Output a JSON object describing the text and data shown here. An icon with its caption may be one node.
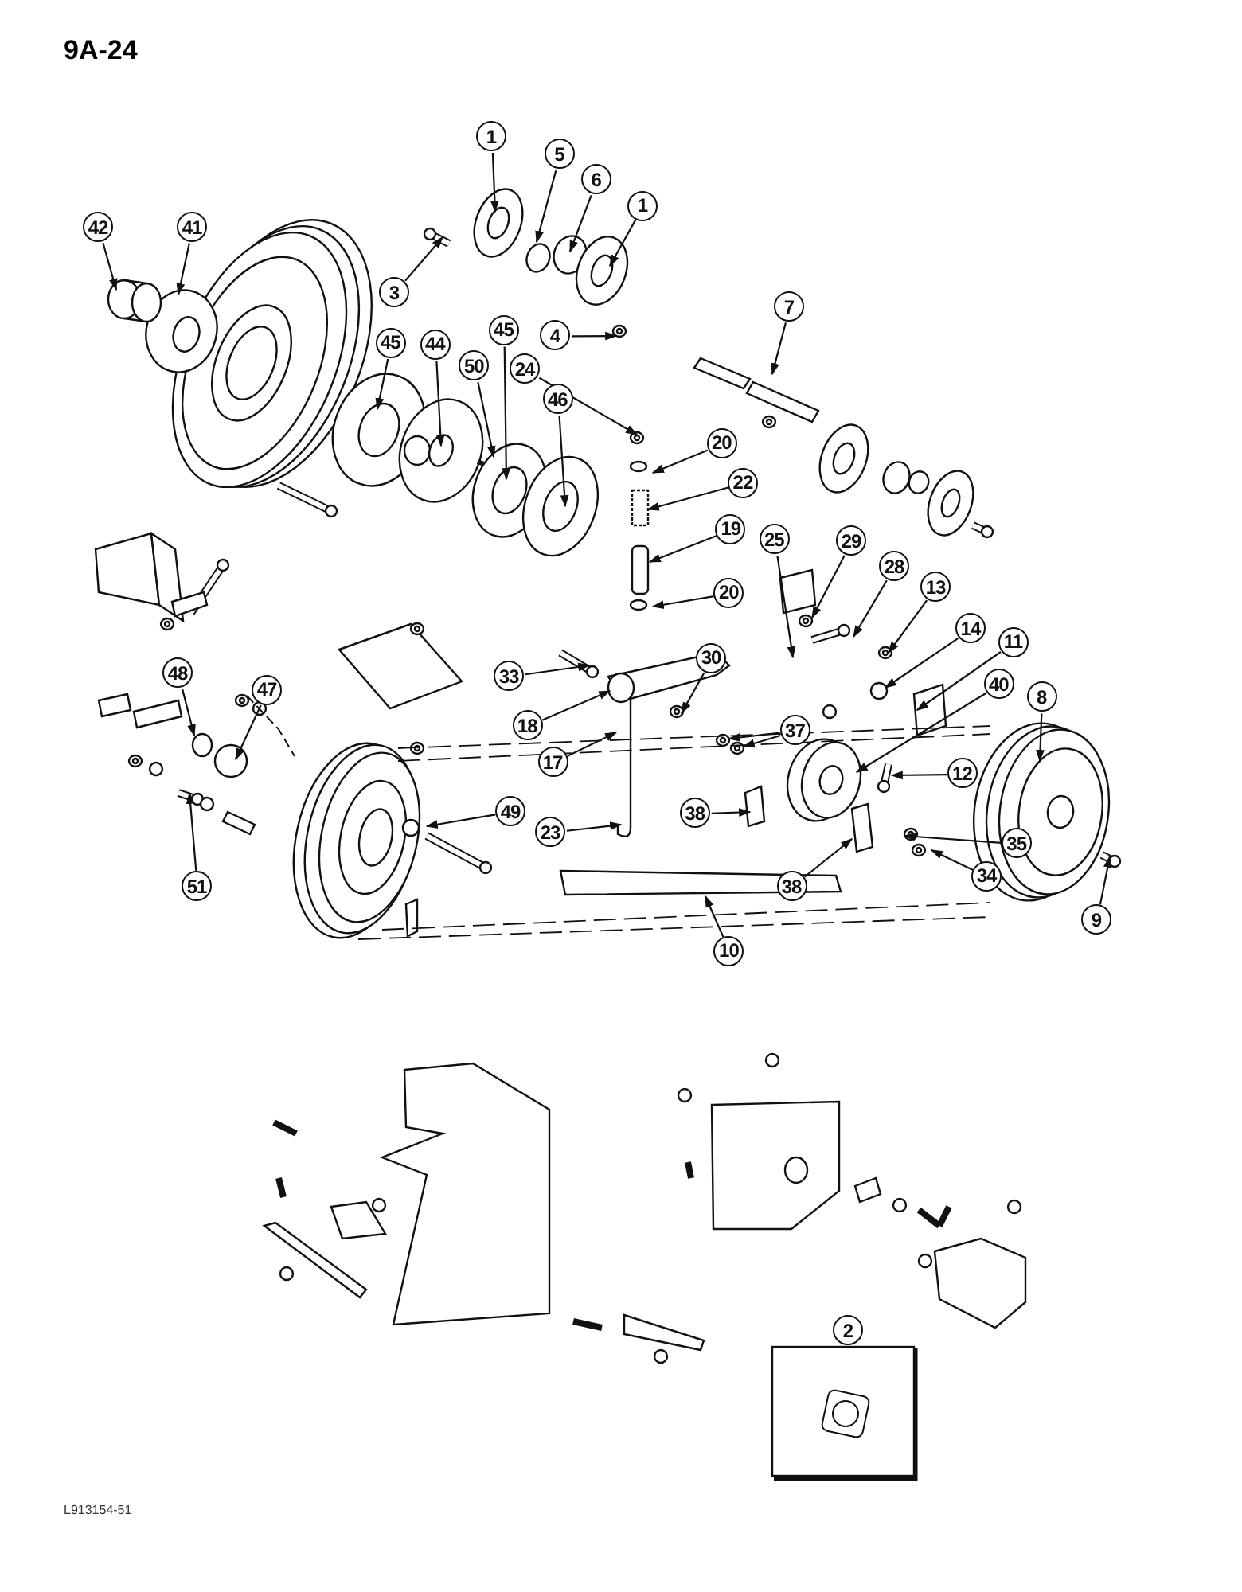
{
  "diagram": {
    "title": "9A-24",
    "nodes": [
      {
        "text": [
          "1"
        ]
      },
      {
        "text": [
          "5"
        ]
      },
      {
        "text": [
          "6"
        ]
      },
      {
        "text": [
          "1"
        ]
      },
      {
        "text": [
          "3"
        ]
      },
      {
        "text": [
          "42"
        ]
      },
      {
        "text": [
          "41"
        ]
      },
      {
        "text": [
          "7"
        ]
      },
      {
        "text": [
          "4"
        ]
      },
      {
        "text": [
          "24"
        ]
      },
      {
        "text": [
          "20"
        ]
      },
      {
        "text": [
          "45"
        ]
      },
      {
        "text": [
          "44"
        ]
      },
      {
        "text": [
          "50"
        ]
      },
      {
        "text": [
          "45"
        ]
      },
      {
        "text": [
          "46"
        ]
      },
      {
        "text": [
          "22"
        ]
      },
      {
        "text": [
          "19"
        ]
      },
      {
        "text": [
          "25"
        ]
      },
      {
        "text": [
          "29"
        ]
      },
      {
        "text": [
          "28"
        ]
      },
      {
        "text": [
          "13"
        ]
      },
      {
        "text": [
          "20"
        ]
      },
      {
        "text": [
          "14"
        ]
      },
      {
        "text": [
          "11"
        ]
      },
      {
        "text": [
          "33"
        ]
      },
      {
        "text": [
          "18"
        ]
      },
      {
        "text": [
          "30"
        ]
      },
      {
        "text": [
          "48"
        ]
      },
      {
        "text": [
          "47"
        ]
      },
      {
        "text": [
          "37"
        ]
      },
      {
        "text": [
          "8"
        ]
      },
      {
        "text": [
          "40"
        ]
      },
      {
        "text": [
          "17"
        ]
      },
      {
        "text": [
          "38"
        ]
      },
      {
        "text": [
          "12"
        ]
      },
      {
        "text": [
          "49"
        ]
      },
      {
        "text": [
          "23"
        ]
      },
      {
        "text": [
          "35"
        ]
      },
      {
        "text": [
          "38"
        ]
      },
      {
        "text": [
          "34"
        ]
      },
      {
        "text": [
          "51"
        ]
      },
      {
        "text": [
          "10"
        ]
      },
      {
        "text": [
          "9"
        ]
      },
      {
        "text": [
          "2"
        ]
      }
    ],
    "edges": [
      {
        "from": 0,
        "to": null,
        "arrow": "to"
      },
      {
        "from": 1,
        "to": null,
        "arrow": "to"
      },
      {
        "from": 2,
        "to": null,
        "arrow": "to"
      },
      {
        "from": 3,
        "to": null,
        "arrow": "to"
      },
      {
        "from": 4,
        "to": null,
        "arrow": "to"
      },
      {
        "from": 5,
        "to": null,
        "arrow": "to"
      },
      {
        "from": 6,
        "to": null,
        "arrow": "to"
      },
      {
        "from": 7,
        "to": null,
        "arrow": "to"
      },
      {
        "from": 8,
        "to": null,
        "arrow": "to"
      },
      {
        "from": 9,
        "to": null,
        "arrow": "to"
      },
      {
        "from": 10,
        "to": null,
        "arrow": "to"
      },
      {
        "from": 11,
        "to": null,
        "arrow": "to"
      },
      {
        "from": 12,
        "to": null,
        "arrow": "to"
      },
      {
        "from": 13,
        "to": null,
        "arrow": "to"
      },
      {
        "from": 14,
        "to": null,
        "arrow": "to"
      },
      {
        "from": 15,
        "to": null,
        "arrow": "to"
      },
      {
        "from": 16,
        "to": null,
        "arrow": "to"
      },
      {
        "from": 17,
        "to": null,
        "arrow": "to"
      },
      {
        "from": 18,
        "to": null,
        "arrow": "to"
      },
      {
        "from": 19,
        "to": null,
        "arrow": "to"
      },
      {
        "from": 20,
        "to": null,
        "arrow": "to"
      },
      {
        "from": 21,
        "to": null,
        "arrow": "to"
      },
      {
        "from": 22,
        "to": null,
        "arrow": "to"
      },
      {
        "from": 23,
        "to": null,
        "arrow": "to"
      },
      {
        "from": 24,
        "to": null,
        "arrow": "to"
      },
      {
        "from": 25,
        "to": null,
        "arrow": "to"
      },
      {
        "from": 26,
        "to": null,
        "arrow": "to"
      },
      {
        "from": 27,
        "to": null,
        "arrow": "to"
      },
      {
        "from": 28,
        "to": null,
        "arrow": "to"
      },
      {
        "from": 29,
        "to": null,
        "arrow": "to"
      },
      {
        "from": 30,
        "to": null,
        "arrow": "to"
      },
      {
        "from": 30,
        "to": null,
        "arrow": "to"
      },
      {
        "from": 31,
        "to": null,
        "arrow": "to"
      },
      {
        "from": 32,
        "to": null,
        "arrow": "to"
      },
      {
        "from": 33,
        "to": null,
        "arrow": "to"
      },
      {
        "from": 34,
        "to": null,
        "arrow": "to"
      },
      {
        "from": 35,
        "to": null,
        "arrow": "to"
      },
      {
        "from": 36,
        "to": null,
        "arrow": "to"
      },
      {
        "from": 37,
        "to": null,
        "arrow": "to"
      },
      {
        "from": 38,
        "to": null,
        "arrow": "to"
      },
      {
        "from": 39,
        "to": null,
        "arrow": "to"
      },
      {
        "from": 40,
        "to": null,
        "arrow": "to"
      },
      {
        "from": 41,
        "to": null,
        "arrow": "to"
      },
      {
        "from": 42,
        "to": null,
        "arrow": "to"
      },
      {
        "from": 43,
        "to": null,
        "arrow": "to"
      }
    ],
    "labels": [
      "L913154-51"
    ]
  }
}
